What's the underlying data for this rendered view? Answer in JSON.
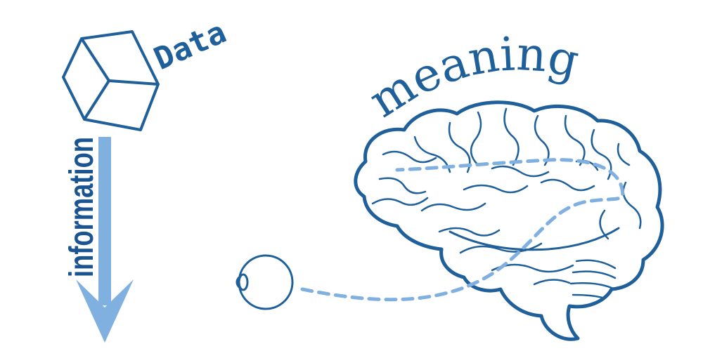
{
  "labels": {
    "data": "Data",
    "information": "information",
    "meaning": "meaning"
  },
  "colors": {
    "stroke": "#1f5f9a",
    "arrow": "#7fb0e0",
    "dashed": "#7fb0e0",
    "text_dark": "#1f5f9a",
    "text_info": "#1a5591"
  },
  "icons": [
    "cube-icon",
    "down-arrow-icon",
    "eye-icon",
    "brain-icon",
    "dashed-path"
  ]
}
